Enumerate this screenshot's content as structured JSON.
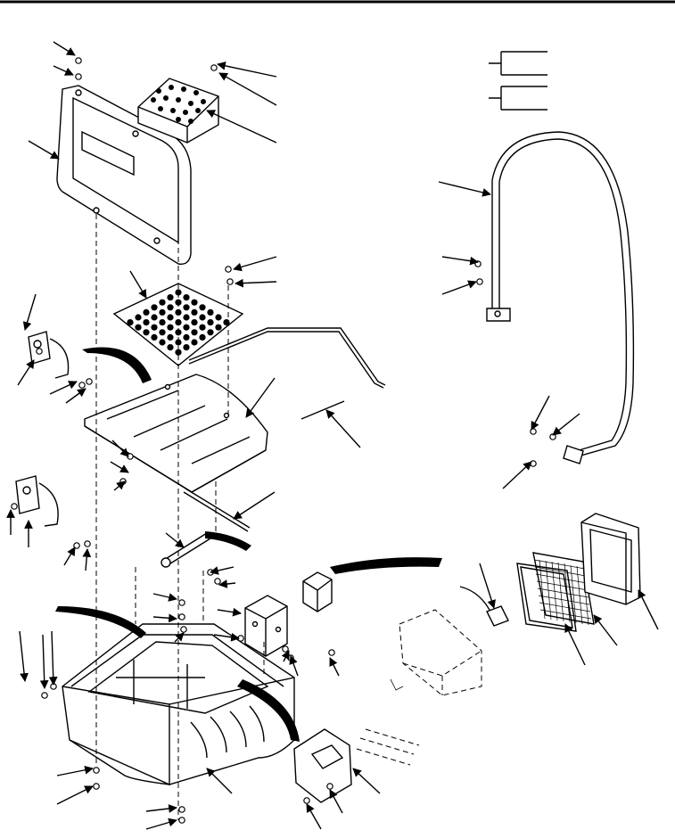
{
  "figure": {
    "kind": "exploded-parts-view",
    "callout_count": 55,
    "callout_style": "leader arrows without printed item numbers",
    "colors": {
      "line": "#000000",
      "background": "#ffffff"
    }
  }
}
